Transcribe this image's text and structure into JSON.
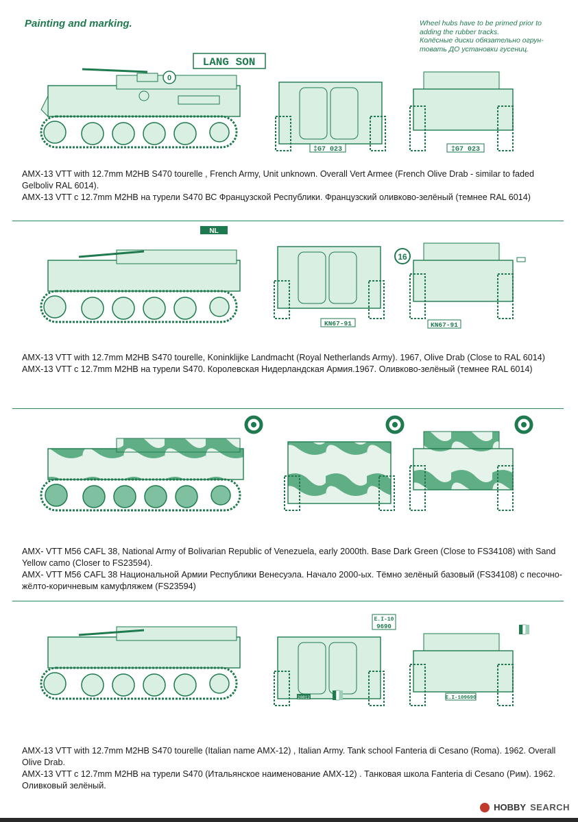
{
  "header": {
    "title": "Painting and marking.",
    "note_en_1": "Wheel hubs have to be primed prior to",
    "note_en_2": "adding the rubber tracks.",
    "note_ru_1": "Колёсные диски обязательно огрун-",
    "note_ru_2": "товать ДО установки гусениц."
  },
  "sections": [
    {
      "markings": {
        "circle_label": "0",
        "plate": "LANG SON",
        "rear_number": "‡G7 023",
        "front_number": "‡G7 023"
      },
      "caption_en": "AMX-13 VTT with 12.7mm M2HB S470 tourelle , French Army, Unit unknown. Overall Vert Armee (French Olive Drab - similar to faded Gelboliv RAL 6014).",
      "caption_ru": "AMX-13 VTT с 12.7mm M2HB на турели S470 ВС Французской Республики. Французский оливково-зелёный (темнее RAL 6014)"
    },
    {
      "markings": {
        "flag_label": "NL",
        "circle_label": "16",
        "rear_number": "KN67-91",
        "front_number": "KN67-91"
      },
      "caption_en": "AMX-13 VTT with 12.7mm M2HB S470 tourelle, Koninklijke Landmacht (Royal Netherlands Army). 1967, Olive Drab (Close to RAL 6014)",
      "caption_ru": "AMX-13 VTT с 12.7mm M2HB на турели S470. Королевская Нидерландская Армия.1967. Оливково-зелёный (темнее RAL 6014)"
    },
    {
      "markings": {},
      "caption_en": "AMX- VTT M56 CAFL 38, National Army of Bolivarian Republic of Venezuela, early 2000th. Base Dark Green (Close to FS34108) with Sand Yellow camo (Closer to FS23594).",
      "caption_ru": "AMX- VTT M56 CAFL 38 Национальной Армии Республики Венесуэла. Начало 2000-ых. Тёмно зелёный  базовый (FS34108) с песочно-жёлто-коричневым камуфляжем (FS23594)"
    },
    {
      "markings": {
        "plate_top": "E.I-10",
        "plate_num": "9690",
        "front_number": "E.I-109690",
        "small_plate": "20812"
      },
      "caption_en": "AMX-13 VTT with 12.7mm M2HB S470 tourelle (Italian name AMX-12) , Italian Army. Tank school Fanteria di Cesano (Roma). 1962. Overall Olive Drab.",
      "caption_ru": "AMX-13 VTT с 12.7mm M2HB на турели S470 (Итальянское наименование AMX-12) . Танковая школа Fanteria di Cesano (Рим). 1962. Оливковый зелёный."
    }
  ],
  "footer": {
    "brand": "HOBBY",
    "suffix": "SEARCH"
  },
  "colors": {
    "ink": "#1f7a4f",
    "fill": "#d9efe2",
    "camo": "#2f8f60"
  }
}
